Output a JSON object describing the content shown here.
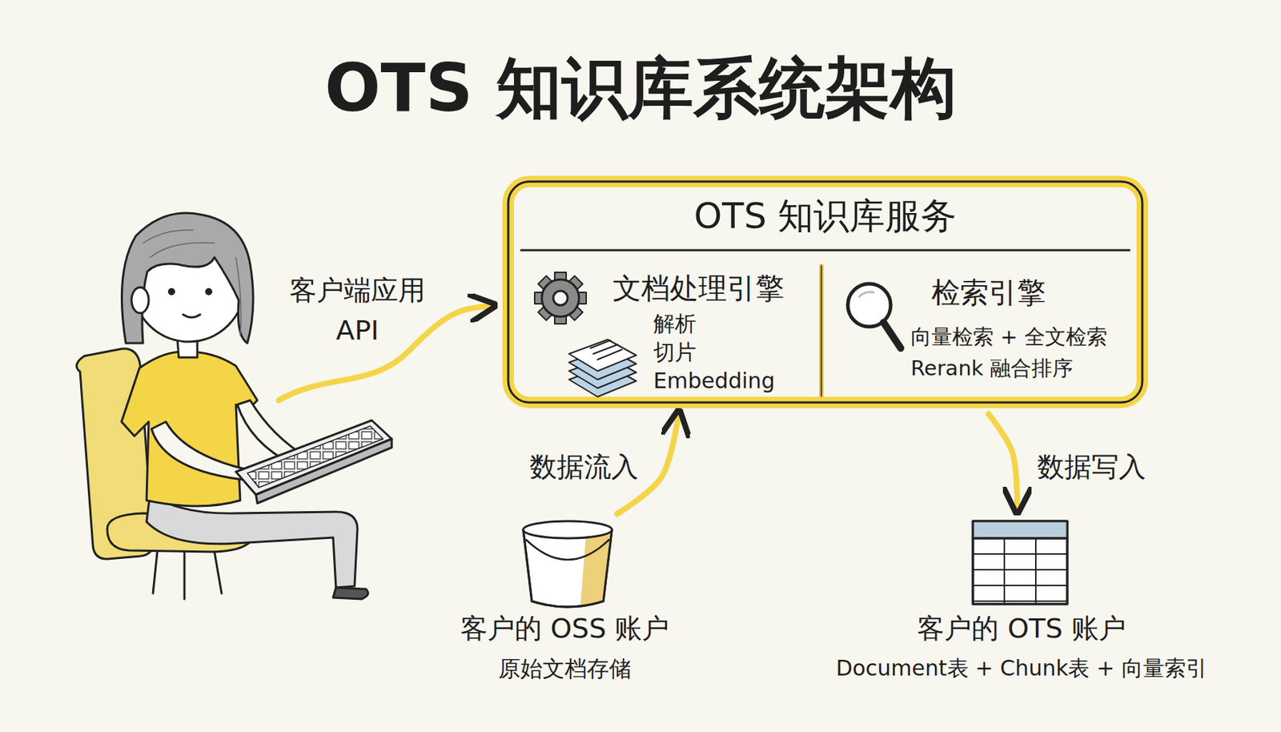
{
  "diagram": {
    "title": "OTS 知识库系统架构",
    "nodes": [
      {
        "text": [
          "OTS 知识库服务"
        ]
      },
      {
        "text": [
          "文档处理引擎",
          "解析 切片 Embedding"
        ],
        "in": 0
      },
      {
        "text": [
          "检索引擎",
          "向量检索 + 全文检索 Rerank 融合排序"
        ],
        "in": 0
      },
      {
        "text": [
          "客户的 OSS 账户",
          "原始文档存储"
        ]
      },
      {
        "text": [
          "客户的 OTS 账户",
          "Document表 + Chunk表 + 向量索引"
        ]
      }
    ],
    "edges": [
      {
        "from": 3,
        "to": 0,
        "label": "数据流入",
        "arrow": "to"
      },
      {
        "from": 0,
        "to": 4,
        "label": "数据写入",
        "arrow": "to"
      }
    ],
    "labels": [
      "客户端应用 API"
    ]
  }
}
